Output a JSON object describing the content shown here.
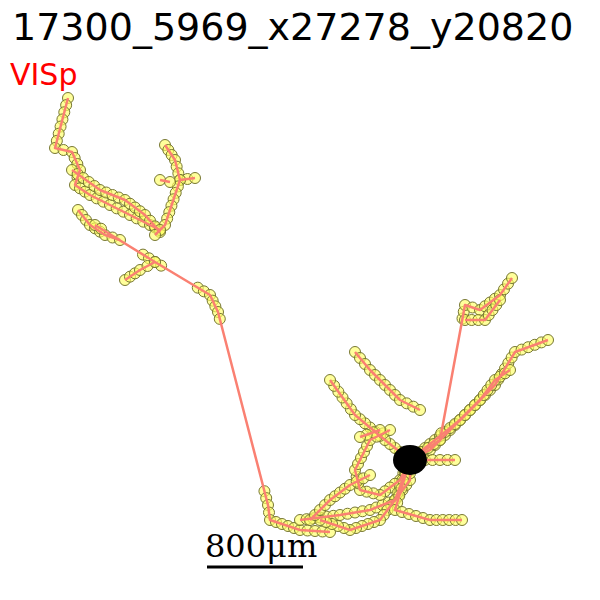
{
  "diagram": {
    "title": "17300_5969_x27278_y20820",
    "labels": [
      "VISp",
      "800μm"
    ]
  }
}
